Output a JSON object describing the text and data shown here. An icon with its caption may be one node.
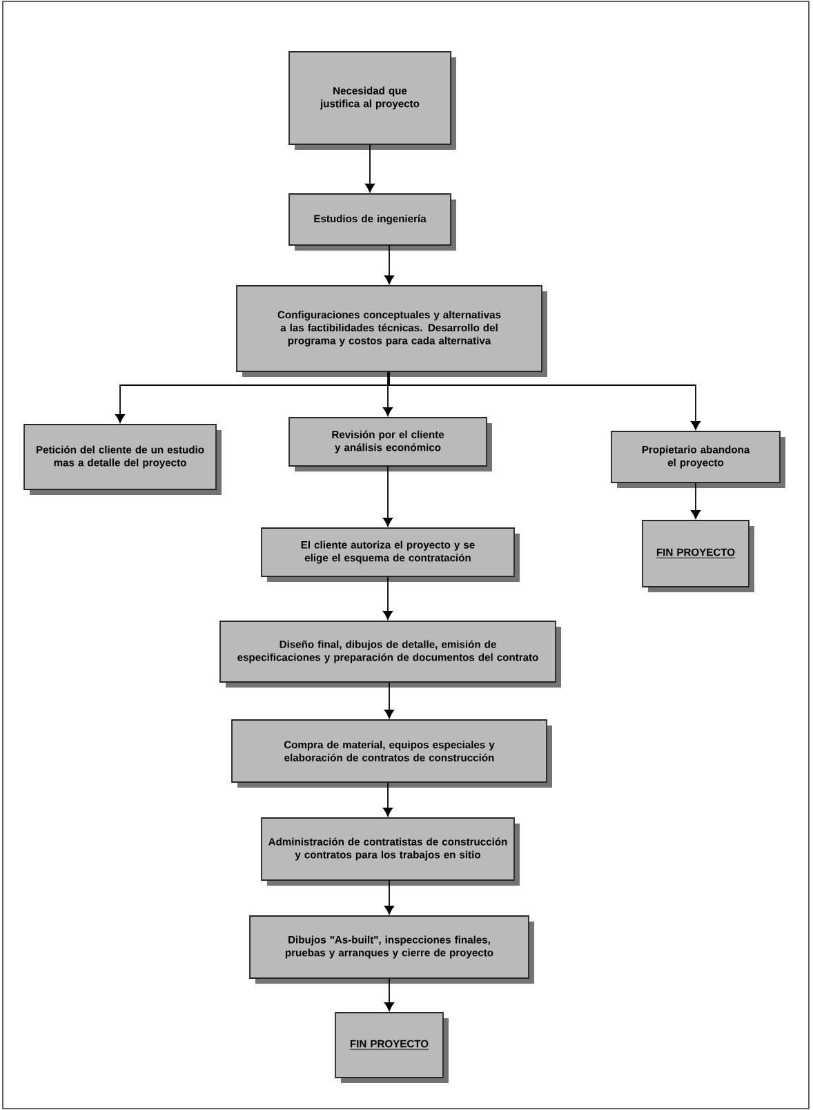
{
  "diagram": {
    "nodes": [
      {
        "text": [
          "Necesidad que justifica al proyecto"
        ]
      },
      {
        "text": [
          "Estudios de ingeniería"
        ]
      },
      {
        "text": [
          "Configuraciones conceptuales y alternativas a las factibilidades técnicas. Desarrollo del programa y costos para cada alternativa"
        ]
      },
      {
        "text": [
          "Petición del cliente de un estudio mas a detalle del proyecto"
        ]
      },
      {
        "text": [
          "Revisión por el cliente y análisis económico"
        ]
      },
      {
        "text": [
          "Propietario abandona el proyecto"
        ]
      },
      {
        "text": [
          "FIN PROYECTO"
        ]
      },
      {
        "text": [
          "El cliente autoriza el proyecto y se elige el esquema de contratación"
        ]
      },
      {
        "text": [
          "Diseño final, dibujos de detalle, emisión de especificaciones y preparación de documentos del contrato"
        ]
      },
      {
        "text": [
          "Compra de material, equipos especiales y elaboración de contratos de construcción"
        ]
      },
      {
        "text": [
          "Administración de contratistas de construcción y contratos para los trabajos en sitio"
        ]
      },
      {
        "text": [
          "Dibujos \"As-built\", inspecciones finales, pruebas y arranques y cierre de proyecto"
        ]
      },
      {
        "text": [
          "FIN PROYECTO"
        ]
      }
    ],
    "edges": [
      {
        "from": 0,
        "to": 1,
        "arrow": "to"
      },
      {
        "from": 1,
        "to": 2,
        "arrow": "to"
      },
      {
        "from": 2,
        "to": 3,
        "arrow": "to"
      },
      {
        "from": 2,
        "to": 4,
        "arrow": "to"
      },
      {
        "from": 2,
        "to": 5,
        "arrow": "to"
      },
      {
        "from": 5,
        "to": 6,
        "arrow": "to"
      },
      {
        "from": 4,
        "to": 7,
        "arrow": "to"
      },
      {
        "from": 7,
        "to": 8,
        "arrow": "to"
      },
      {
        "from": 8,
        "to": 9,
        "arrow": "to"
      },
      {
        "from": 9,
        "to": 10,
        "arrow": "to"
      },
      {
        "from": 10,
        "to": 11,
        "arrow": "to"
      },
      {
        "from": 11,
        "to": 12,
        "arrow": "to"
      }
    ]
  }
}
